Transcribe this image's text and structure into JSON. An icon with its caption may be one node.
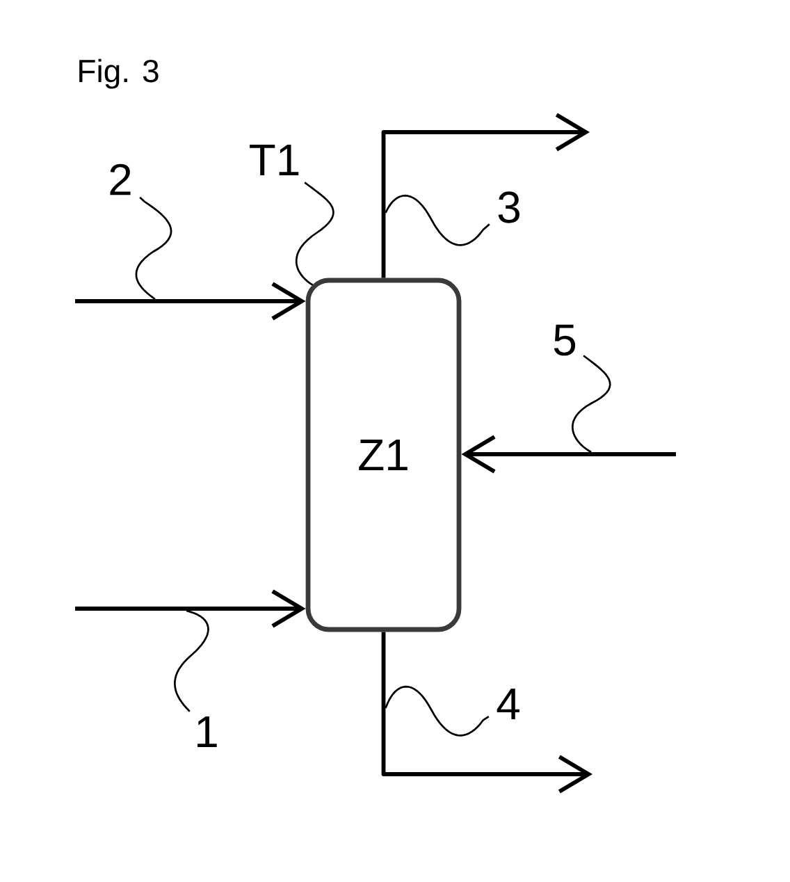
{
  "diagram": {
    "title": "Fig. 3",
    "nodes": [
      {
        "text": [
          "T1"
        ]
      },
      {
        "text": [
          "2"
        ]
      },
      {
        "text": [
          "3"
        ]
      },
      {
        "text": [
          "Z1"
        ]
      },
      {
        "text": [
          "5"
        ]
      },
      {
        "text": [
          "4"
        ]
      },
      {
        "text": [
          "1"
        ]
      }
    ],
    "edges": [
      {
        "from": null,
        "to": 3,
        "arrow": "to",
        "style": "thick"
      },
      {
        "from": 3,
        "to": null,
        "arrow": "to",
        "style": "thick"
      },
      {
        "from": null,
        "to": 3,
        "arrow": "to",
        "style": "thick"
      },
      {
        "from": null,
        "to": 3,
        "arrow": "to",
        "style": "thick"
      },
      {
        "from": 3,
        "to": null,
        "arrow": "to",
        "style": "thick"
      },
      {
        "from": 0,
        "to": 3,
        "arrow": "none"
      },
      {
        "from": 1,
        "to": null,
        "arrow": "none"
      },
      {
        "from": 2,
        "to": null,
        "arrow": "none"
      },
      {
        "from": 4,
        "to": null,
        "arrow": "none"
      },
      {
        "from": 5,
        "to": null,
        "arrow": "none"
      },
      {
        "from": 6,
        "to": null,
        "arrow": "none"
      }
    ]
  }
}
